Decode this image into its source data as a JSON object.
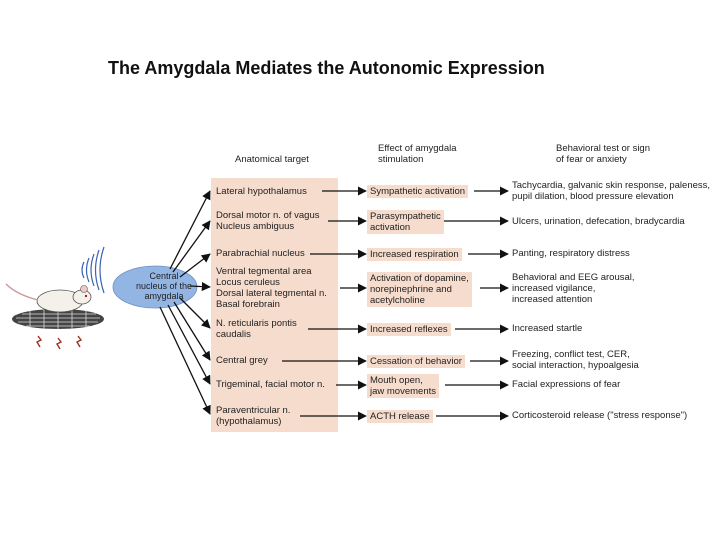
{
  "title": "The Amygdala Mediates the Autonomic Expression",
  "headers": {
    "target": "Anatomical target",
    "effect": [
      "Effect of amygdala",
      "stimulation"
    ],
    "test": [
      "Behavioral test or sign",
      "of fear or anxiety"
    ]
  },
  "nucleus": [
    "Central",
    "nucleus of the",
    "amygdala"
  ],
  "rows": [
    {
      "target": [
        "Lateral hypothalamus"
      ],
      "effect": [
        "Sympathetic activation"
      ],
      "test": [
        "Tachycardia, galvanic skin response, paleness,",
        "pupil dilation, blood pressure elevation"
      ]
    },
    {
      "target": [
        "Dorsal motor n. of vagus",
        "Nucleus ambiguus"
      ],
      "effect": [
        "Parasympathetic",
        "activation"
      ],
      "test": [
        "Ulcers, urination, defecation, bradycardia"
      ]
    },
    {
      "target": [
        "Parabrachial nucleus"
      ],
      "effect": [
        "Increased respiration"
      ],
      "test": [
        "Panting, respiratory distress"
      ]
    },
    {
      "target": [
        "Ventral tegmental area",
        "Locus ceruleus",
        "Dorsal lateral tegmental n.",
        "Basal forebrain"
      ],
      "effect": [
        "Activation of dopamine,",
        "norepinephrine and",
        "acetylcholine"
      ],
      "test": [
        "Behavioral and EEG arousal,",
        "increased vigilance,",
        "increased attention"
      ]
    },
    {
      "target": [
        "N. reticularis pontis",
        "caudalis"
      ],
      "effect": [
        "Increased reflexes"
      ],
      "test": [
        "Increased startle"
      ]
    },
    {
      "target": [
        "Central grey"
      ],
      "effect": [
        "Cessation of behavior"
      ],
      "test": [
        "Freezing, conflict test, CER,",
        "social interaction, hypoalgesia"
      ]
    },
    {
      "target": [
        "Trigeminal, facial motor n."
      ],
      "effect": [
        "Mouth open,",
        "jaw movements"
      ],
      "test": [
        "Facial expressions of fear"
      ]
    },
    {
      "target": [
        "Paraventricular n.",
        "(hypothalamus)"
      ],
      "effect": [
        "ACTH release"
      ],
      "test": [
        "Corticosteroid release (\"stress response\")"
      ]
    }
  ],
  "colors": {
    "panel": "#f6dccd",
    "nucleus": "#93b5e3",
    "arrow": "#111111"
  }
}
